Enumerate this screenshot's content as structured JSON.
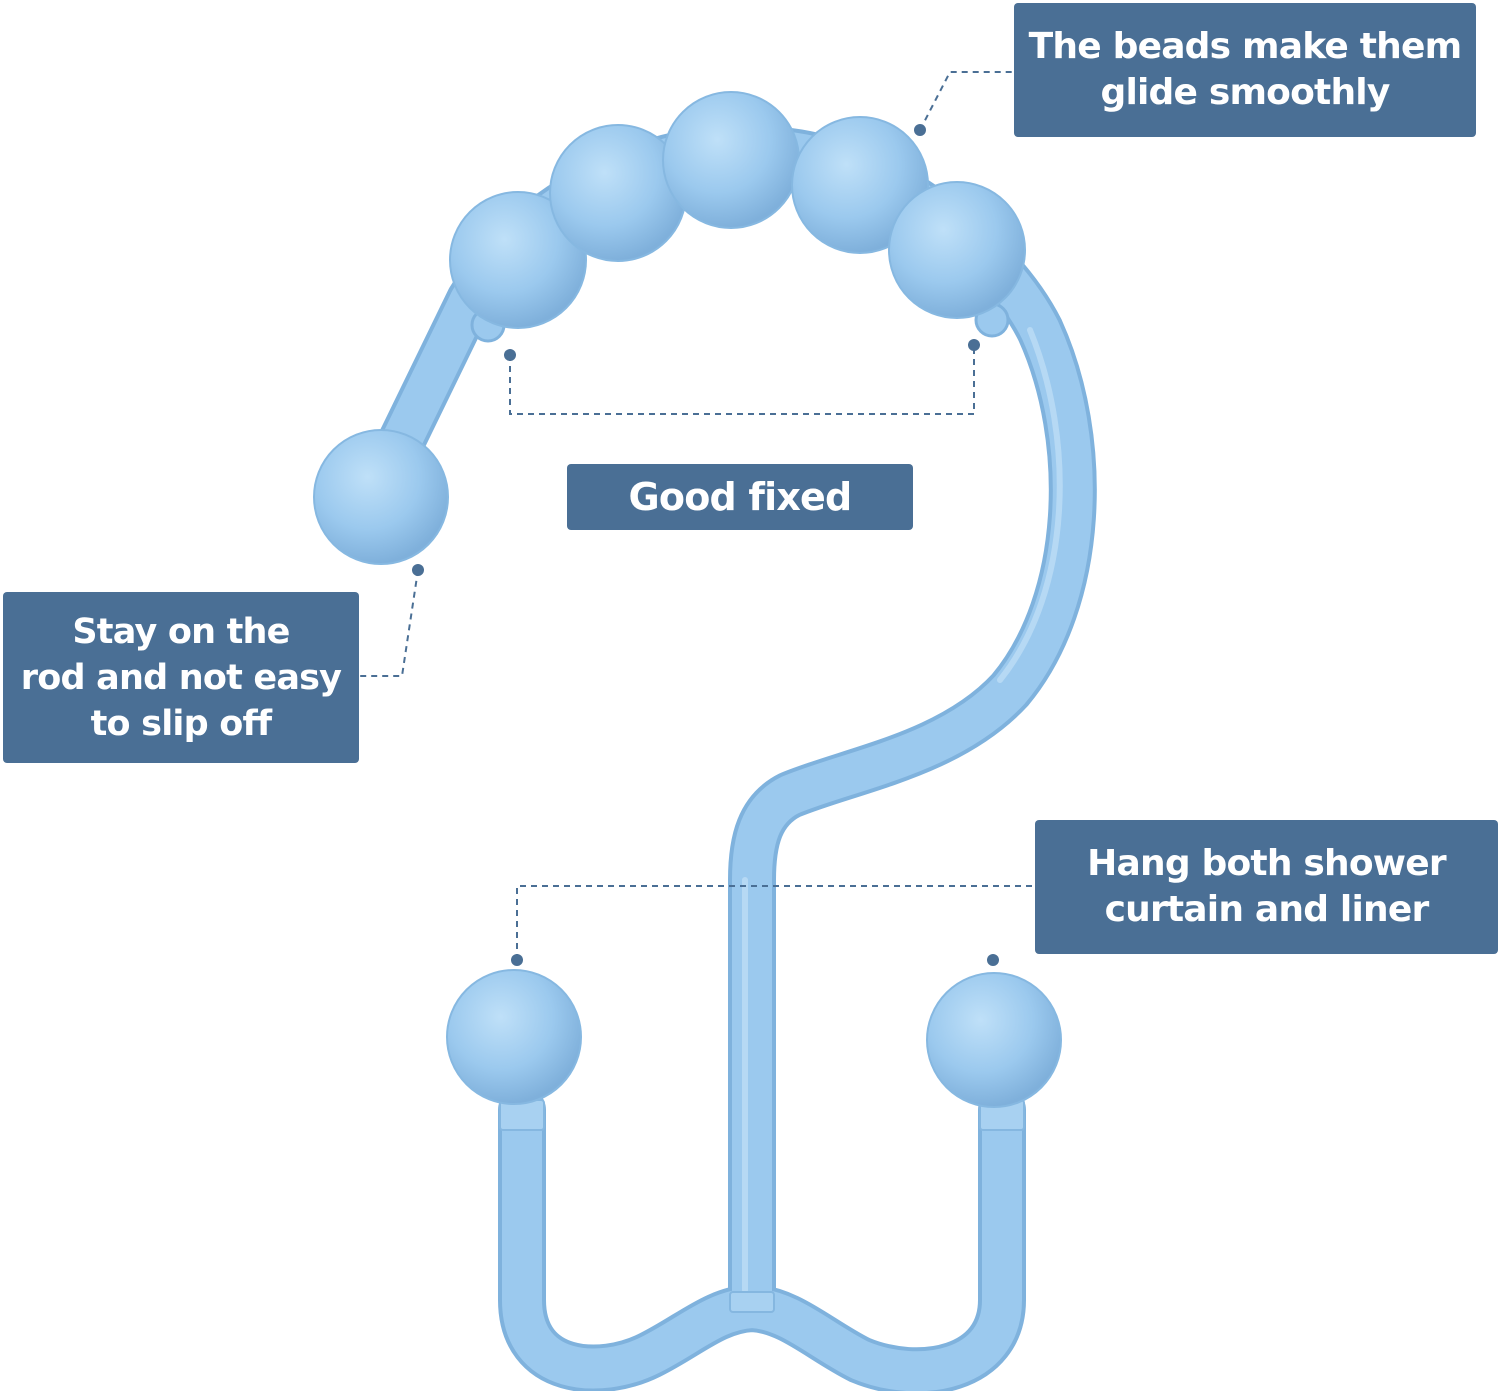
{
  "colors": {
    "hook_body": "#9bc9ee",
    "hook_shadow": "#7fb2dd",
    "hook_highlight": "#c7e3f8",
    "callout_bg": "#4a6f95",
    "callout_text": "#ffffff",
    "leader_line": "#4a6f95"
  },
  "callouts": {
    "beads": {
      "lines": [
        "The beads make them",
        "glide smoothly"
      ]
    },
    "fixed": {
      "lines": [
        "Good fixed"
      ]
    },
    "rod": {
      "lines": [
        "Stay on the",
        "rod and not easy",
        "to slip off"
      ]
    },
    "hang": {
      "lines": [
        "Hang both shower",
        "curtain and liner"
      ]
    }
  }
}
